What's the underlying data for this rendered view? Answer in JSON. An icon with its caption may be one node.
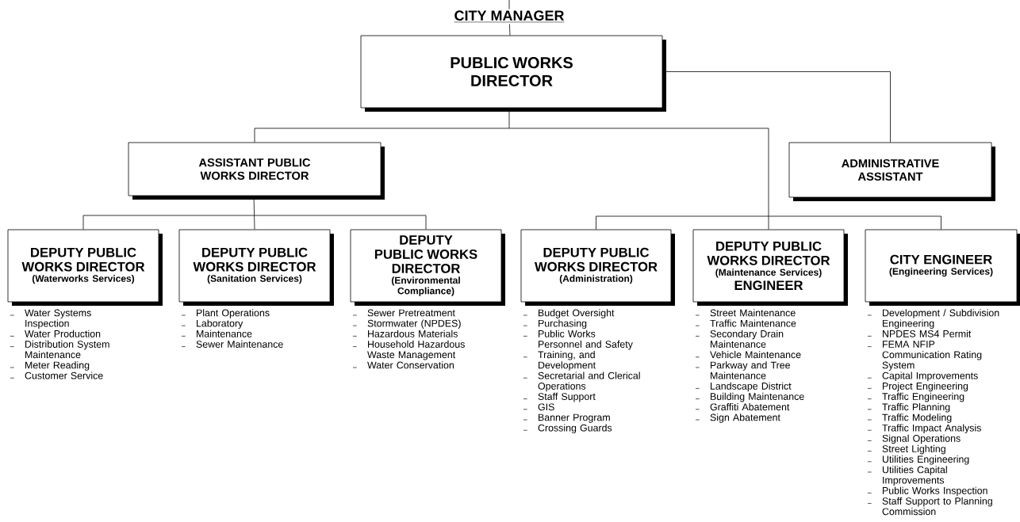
{
  "diagram": {
    "nodes": [
      {
        "text": [
          "CITY MANAGER"
        ]
      },
      {
        "text": [
          "PUBLIC WORKS DIRECTOR"
        ]
      },
      {
        "text": [
          "ASSISTANT PUBLIC WORKS DIRECTOR"
        ]
      },
      {
        "text": [
          "ADMINISTRATIVE ASSISTANT"
        ]
      },
      {
        "text": [
          "DEPUTY PUBLIC WORKS DIRECTOR",
          "(Waterworks Services)"
        ],
        "beside": [
          "Water Systems Inspection",
          "Water Production",
          "Distribution System Maintenance",
          "Meter Reading",
          "Customer Service"
        ]
      },
      {
        "text": [
          "DEPUTY PUBLIC WORKS DIRECTOR",
          "(Sanitation Services)"
        ],
        "beside": [
          "Plant Operations",
          "Laboratory",
          "Maintenance",
          "Sewer Maintenance"
        ]
      },
      {
        "text": [
          "DEPUTY PUBLIC WORKS DIRECTOR",
          "(Environmental Compliance)"
        ],
        "beside": [
          "Sewer Pretreatment",
          "Stormwater (NPDES)",
          "Hazardous Materials",
          "Household Hazardous Waste Management",
          "Water Conservation"
        ]
      },
      {
        "text": [
          "DEPUTY PUBLIC WORKS DIRECTOR",
          "(Administration)"
        ],
        "beside": [
          "Budget Oversight",
          "Purchasing",
          "Public Works Personnel and Safety",
          "Training, and Development",
          "Secretarial and Clerical Operations",
          "Staff Support",
          "GIS",
          "Banner Program",
          "Crossing Guards"
        ]
      },
      {
        "text": [
          "DEPUTY PUBLIC WORKS DIRECTOR",
          "(Maintenance Services)",
          "ENGINEER"
        ],
        "beside": [
          "Street Maintenance",
          "Traffic Maintenance",
          "Secondary Drain Maintenance",
          "Vehicle Maintenance",
          "Parkway and Tree Maintenance",
          "Landscape District",
          "Building Maintenance",
          "Graffiti Abatement",
          "Sign Abatement"
        ]
      },
      {
        "text": [
          "CITY ENGINEER",
          "(Engineering Services)"
        ],
        "beside": [
          "Development / Subdivision Engineering",
          "NPDES MS4 Permit",
          "FEMA NFIP Communication Rating System",
          "Capital Improvements",
          "Project Engineering",
          "Traffic Engineering",
          "Traffic Planning",
          "Traffic Modeling",
          "Traffic Impact Analysis",
          "Signal Operations",
          "Street Lighting",
          "Utilities Engineering",
          "Utilities Capital Improvements",
          "Public Works Inspection",
          "Staff Support to Planning Commission"
        ]
      }
    ],
    "edges": [
      {
        "from": null,
        "to": 0,
        "arrow": "none"
      },
      {
        "from": 0,
        "to": 1,
        "arrow": "none"
      },
      {
        "from": 1,
        "to": 2,
        "arrow": "none"
      },
      {
        "from": 1,
        "to": 3,
        "arrow": "none"
      },
      {
        "from": 2,
        "to": 4,
        "arrow": "none"
      },
      {
        "from": 2,
        "to": 5,
        "arrow": "none"
      },
      {
        "from": 2,
        "to": 6,
        "arrow": "none"
      },
      {
        "from": 1,
        "to": 7,
        "arrow": "none"
      },
      {
        "from": 1,
        "to": 8,
        "arrow": "none"
      },
      {
        "from": 1,
        "to": 9,
        "arrow": "none"
      }
    ]
  }
}
